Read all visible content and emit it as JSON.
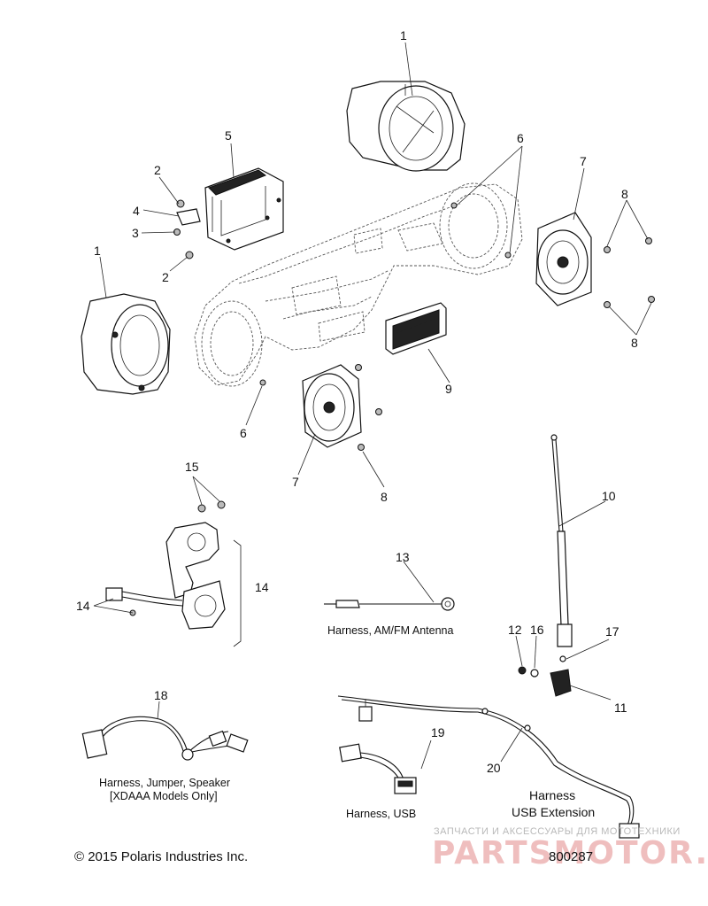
{
  "callouts": {
    "c1a": "1",
    "c1b": "1",
    "c2a": "2",
    "c2b": "2",
    "c3": "3",
    "c4": "4",
    "c5": "5",
    "c6a": "6",
    "c6b": "6",
    "c7a": "7",
    "c7b": "7",
    "c8a": "8",
    "c8b": "8",
    "c8c": "8",
    "c9": "9",
    "c10": "10",
    "c11": "11",
    "c12": "12",
    "c13": "13",
    "c14a": "14",
    "c14b": "14",
    "c15": "15",
    "c16": "16",
    "c17": "17",
    "c18": "18",
    "c19": "19",
    "c20": "20"
  },
  "captions": {
    "antenna_harness": "Harness, AM/FM Antenna",
    "jumper_line1": "Harness, Jumper, Speaker",
    "jumper_line2": "[XDAAA Models Only]",
    "usb_harness": "Harness, USB",
    "usb_ext_line1": "Harness",
    "usb_ext_line2": "USB Extension"
  },
  "footer": {
    "copyright": "© 2015 Polaris Industries Inc.",
    "figure_number": "800287"
  },
  "watermark": {
    "tagline": "ЗАПЧАСТИ И АКСЕССУАРЫ ДЛЯ МОТОТЕХНИКИ",
    "logo": "PARTSMOTOR.RU"
  }
}
